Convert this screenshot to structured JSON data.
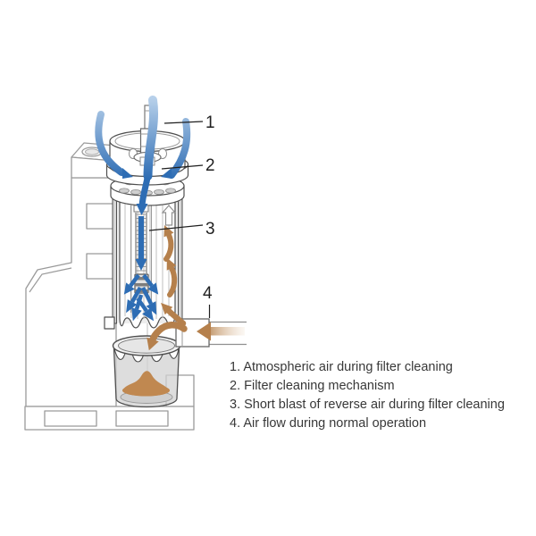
{
  "figure": {
    "callout_markers": [
      "1",
      "2",
      "3",
      "4"
    ],
    "legend_items": [
      "1. Atmospheric air during filter cleaning",
      "2. Filter cleaning mechanism",
      "3. Short blast of reverse air during filter cleaning",
      "4. Air flow during normal operation"
    ]
  },
  "colors": {
    "flow-blue": "#2e6db4",
    "flow-blue-light": "#b7d0ea",
    "flow-tan": "#b5804c",
    "flow-tan-light": "#ecd9c3",
    "dust": "#c08850",
    "line-art": "#9a9a9a",
    "line-art-dark": "#4f4f4f",
    "callout": "#1f1f1f",
    "text": "#383838",
    "background": "#ffffff"
  }
}
